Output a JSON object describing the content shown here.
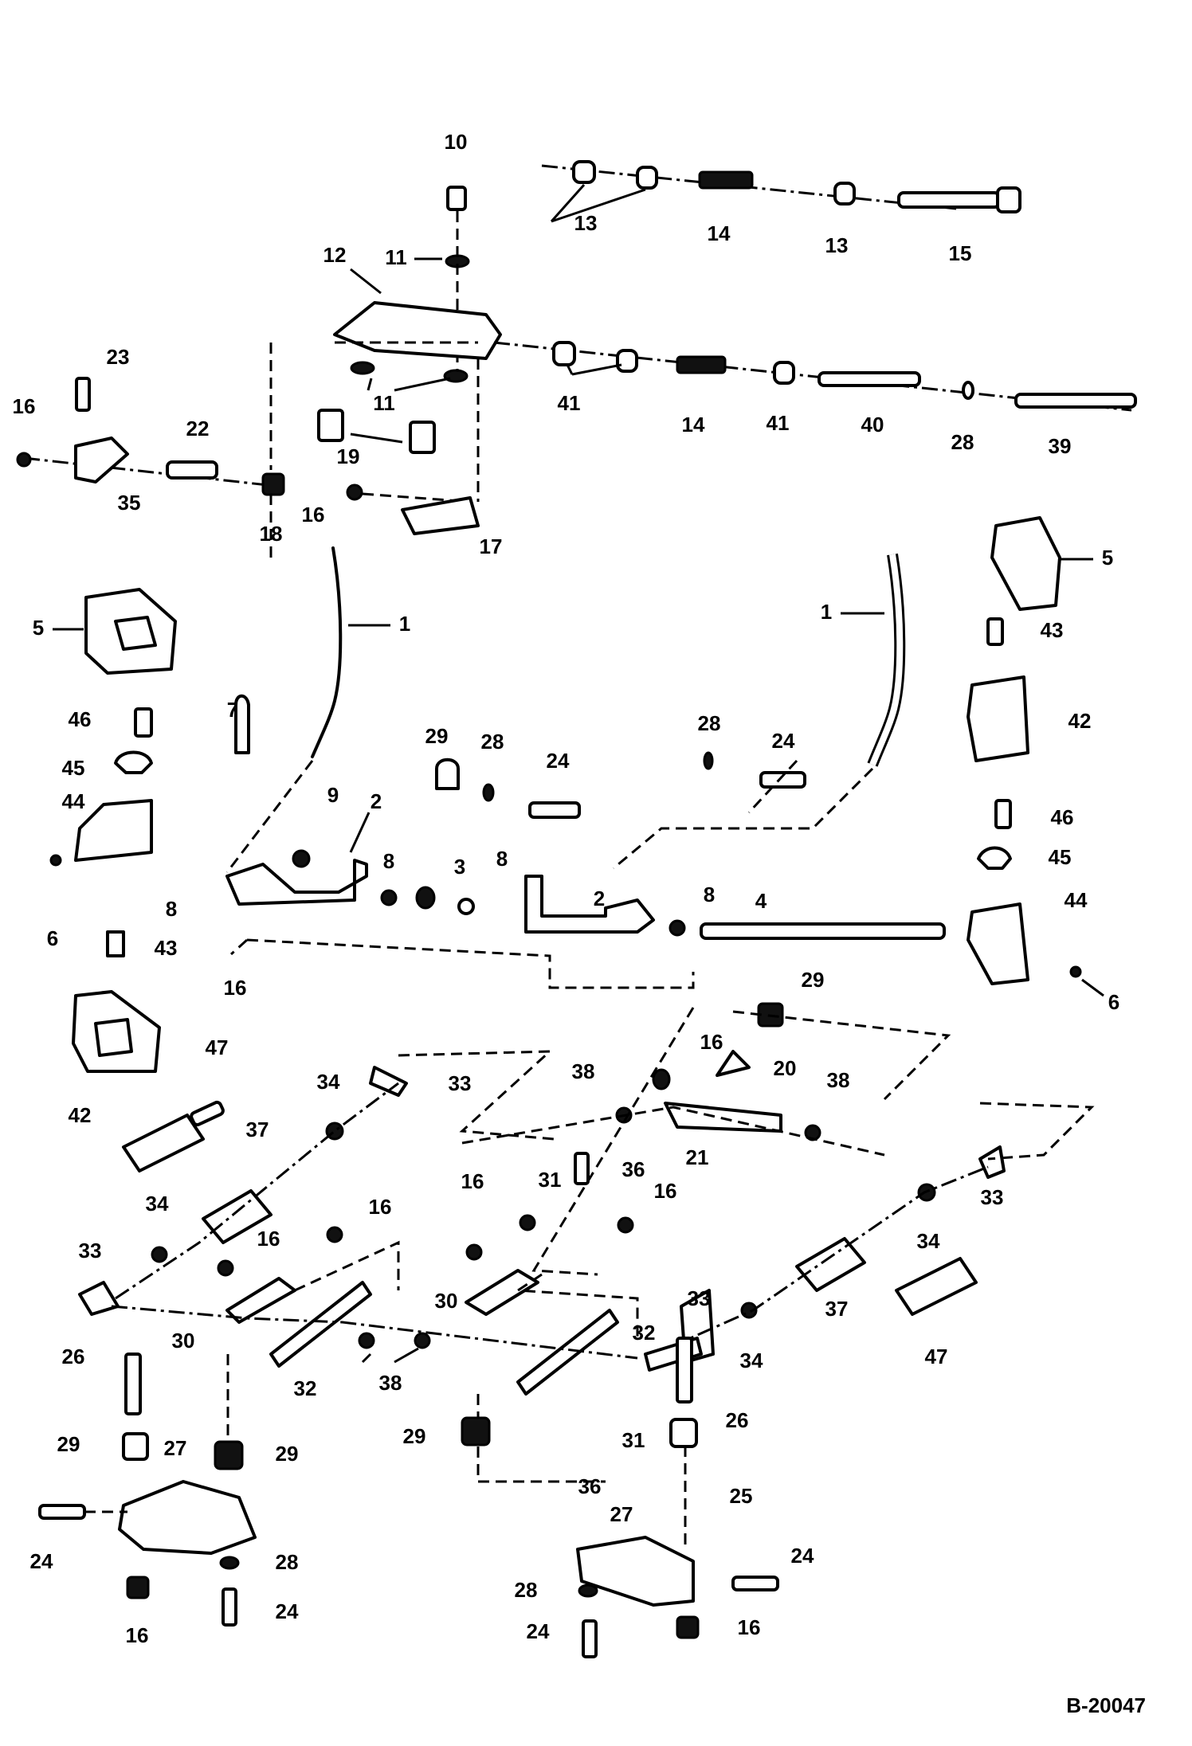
{
  "figure_id": "B-20047",
  "callouts": {
    "c1a": "1",
    "c1b": "1",
    "c2a": "2",
    "c2b": "2",
    "c3": "3",
    "c4": "4",
    "c5a": "5",
    "c5b": "5",
    "c6a": "6",
    "c6b": "6",
    "c7": "7",
    "c8a": "8",
    "c8b": "8",
    "c8c": "8",
    "c8d": "8",
    "c9": "9",
    "c10": "10",
    "c11a": "11",
    "c11b": "11",
    "c12": "12",
    "c13a": "13",
    "c13b": "13",
    "c14a": "14",
    "c14b": "14",
    "c15": "15",
    "c16a": "16",
    "c16b": "16",
    "c16c": "16",
    "c16d": "16",
    "c16e": "16",
    "c16f": "16",
    "c16g": "16",
    "c16h": "16",
    "c16i": "16",
    "c16j": "16",
    "c17": "17",
    "c18": "18",
    "c19": "19",
    "c20": "20",
    "c21": "21",
    "c22": "22",
    "c23": "23",
    "c24a": "24",
    "c24b": "24",
    "c24c": "24",
    "c24d": "24",
    "c24e": "24",
    "c24f": "24",
    "c25": "25",
    "c26a": "26",
    "c26b": "26",
    "c27a": "27",
    "c27b": "27",
    "c28a": "28",
    "c28b": "28",
    "c28c": "28",
    "c28d": "28",
    "c28e": "28",
    "c29a": "29",
    "c29b": "29",
    "c29c": "29",
    "c29d": "29",
    "c29e": "29",
    "c30a": "30",
    "c30b": "30",
    "c31a": "31",
    "c31b": "31",
    "c32a": "32",
    "c32b": "32",
    "c33a": "33",
    "c33b": "33",
    "c33c": "33",
    "c33d": "33",
    "c34a": "34",
    "c34b": "34",
    "c34c": "34",
    "c34d": "34",
    "c35": "35",
    "c36a": "36",
    "c36b": "36",
    "c37a": "37",
    "c37b": "37",
    "c38a": "38",
    "c38b": "38",
    "c38c": "38",
    "c39": "39",
    "c40": "40",
    "c41a": "41",
    "c41b": "41",
    "c42a": "42",
    "c42b": "42",
    "c43a": "43",
    "c43b": "43",
    "c44a": "44",
    "c44b": "44",
    "c45a": "45",
    "c45b": "45",
    "c46a": "46",
    "c46b": "46",
    "c47a": "47",
    "c47b": "47"
  }
}
